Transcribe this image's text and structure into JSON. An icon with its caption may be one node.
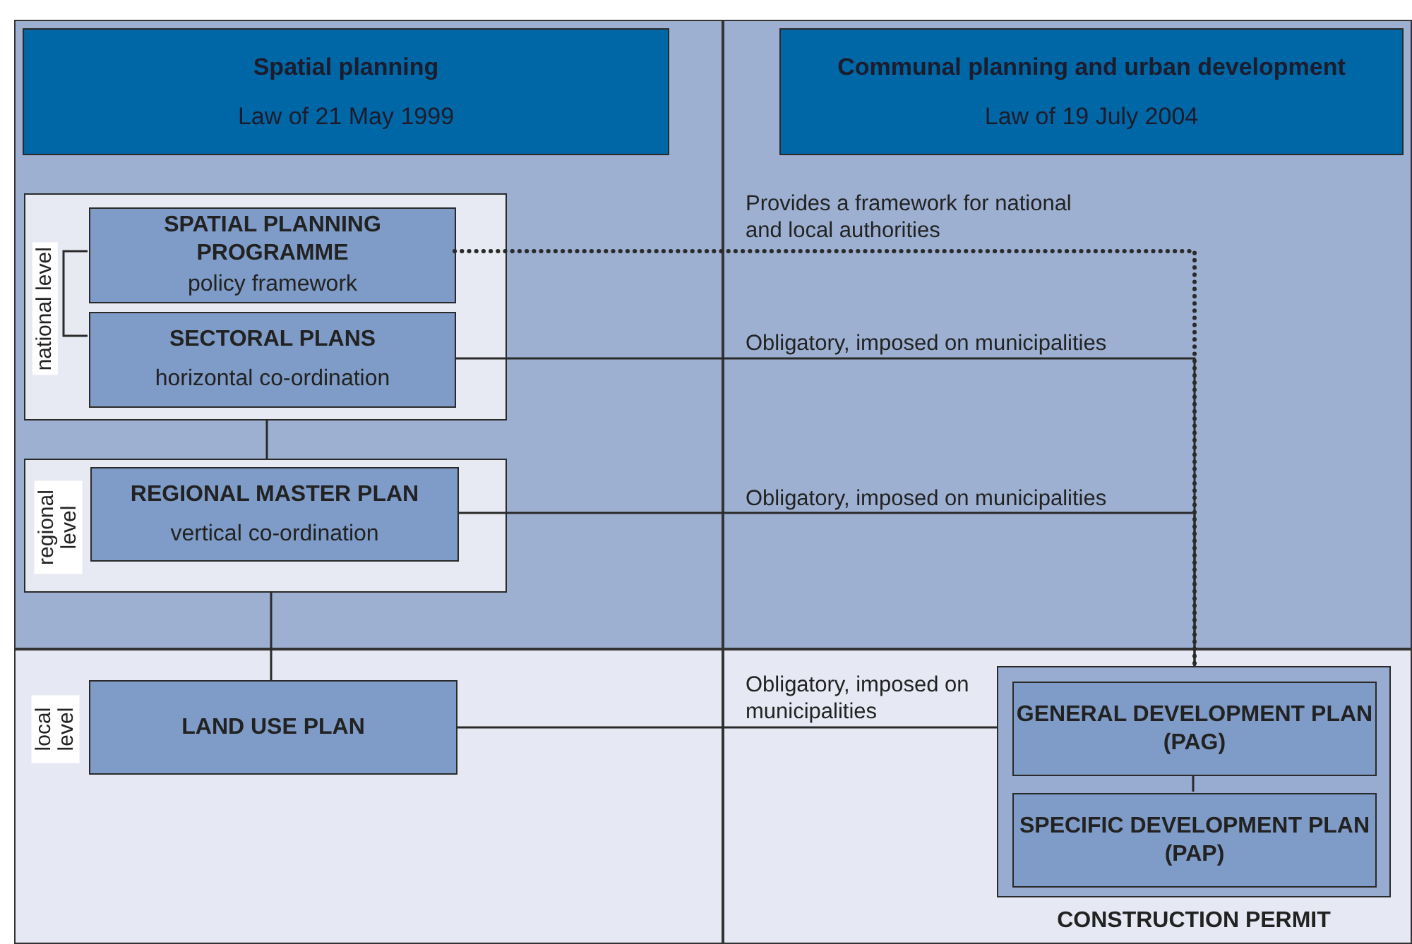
{
  "diagram": {
    "nodes": [
      {
        "text": [
          "Spatial planning",
          "Law of  21 May 1999"
        ]
      },
      {
        "text": [
          "Communal planning  and urban development",
          "Law of 19 July 2004"
        ]
      },
      {
        "text": [
          "national level"
        ]
      },
      {
        "text": [
          "SPATIAL  PLANNING PROGRAMME",
          "policy framework"
        ],
        "in": 2
      },
      {
        "text": [
          "SECTORAL PLANS",
          "horizontal co-ordination"
        ],
        "in": 2
      },
      {
        "text": [
          "regional level"
        ]
      },
      {
        "text": [
          "REGIONAL MASTER PLAN",
          "vertical co-ordination"
        ],
        "in": 5
      },
      {
        "text": [
          "LAND USE PLAN"
        ],
        "beside": [
          "local level"
        ]
      },
      {
        "text": [
          "CONSTRUCTION PERMIT"
        ]
      },
      {
        "text": [
          "GENERAL DEVELOPMENT PLAN (PAG)"
        ],
        "in": 8
      },
      {
        "text": [
          "SPECIFIC DEVELOPMENT PLAN (PAP)"
        ],
        "in": 8
      }
    ],
    "edges": [
      {
        "from": 3,
        "to": 4,
        "arrow": "none"
      },
      {
        "from": 2,
        "to": 5,
        "arrow": "none"
      },
      {
        "from": 5,
        "to": 7,
        "arrow": "none"
      },
      {
        "from": 3,
        "to": 8,
        "arrow": "none",
        "style": "dashed",
        "label": "Provides a framework for national and local authorities"
      },
      {
        "from": 4,
        "to": 8,
        "arrow": "none",
        "label": "Obligatory, imposed on municipalities"
      },
      {
        "from": 6,
        "to": 8,
        "arrow": "none",
        "label": "Obligatory, imposed on municipalities"
      },
      {
        "from": 7,
        "to": 8,
        "arrow": "none",
        "label": "Obligatory, imposed on municipalities"
      },
      {
        "from": 9,
        "to": 10,
        "arrow": "none"
      }
    ]
  }
}
